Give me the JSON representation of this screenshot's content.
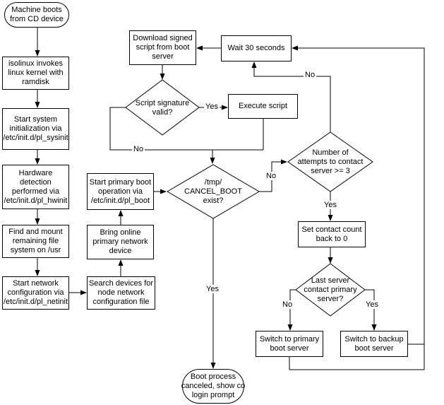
{
  "colors": {
    "background": "#ffffff",
    "line": "#000000",
    "text": "#000000",
    "node_fill": "#ffffff"
  },
  "nodes": {
    "start": {
      "shape": "terminator",
      "label": "Machine boots\nfrom CD device"
    },
    "isolinux": {
      "shape": "process",
      "label": "isolinux invokes\nlinux kernel with\nramdisk"
    },
    "sysinit": {
      "shape": "process",
      "label": "Start system\ninitialization via\n/etc/init.d/pl_sysinit"
    },
    "hwinit": {
      "shape": "process",
      "label": "Hardware\ndetection\nperformed via\n/etc/init.d/pl_hwinit"
    },
    "findmount": {
      "shape": "process",
      "label": "Find and mount\nremaining file\nsystem on /usr"
    },
    "netinit": {
      "shape": "process",
      "label": "Start network\nconfiguration via\n/etc/init.d/pl_netinit"
    },
    "searchdev": {
      "shape": "process",
      "label": "Search devices for\nnode network\nconfiguration file"
    },
    "bringonline": {
      "shape": "process",
      "label": "Bring online\nprimary network\ndevice"
    },
    "plboot": {
      "shape": "process",
      "label": "Start primary boot\noperation via\n/etc/init.d/pl_boot"
    },
    "download": {
      "shape": "process",
      "label": "Download signed\nscript from boot\nserver"
    },
    "wait": {
      "shape": "process",
      "label": "Wait 30 seconds"
    },
    "sigvalid": {
      "shape": "decision",
      "label": "Script signature\nvalid?"
    },
    "execute": {
      "shape": "process",
      "label": "Execute script"
    },
    "cancelboot": {
      "shape": "decision",
      "label": "/tmp/\nCANCEL_BOOT\nexist?"
    },
    "attempts": {
      "shape": "decision",
      "label": "Number of\nattempts to contact\nserver >= 3"
    },
    "setcount": {
      "shape": "process",
      "label": "Set contact count\nback to 0"
    },
    "lastserver": {
      "shape": "decision",
      "label": "Last server\ncontact primary\nserver?"
    },
    "switchprimary": {
      "shape": "process",
      "label": "Switch to primary\nboot server"
    },
    "switchbackup": {
      "shape": "process",
      "label": "Switch to backup\nboot server"
    },
    "end": {
      "shape": "terminator",
      "label": "Boot process\ncanceled, show co\nlogin prompt"
    }
  },
  "edge_labels": {
    "sig_yes": "Yes",
    "sig_no": "No",
    "cancel_yes": "Yes",
    "cancel_no": "No",
    "attempts_yes": "Yes",
    "attempts_no": "No",
    "last_yes": "Yes",
    "last_no": "No"
  }
}
